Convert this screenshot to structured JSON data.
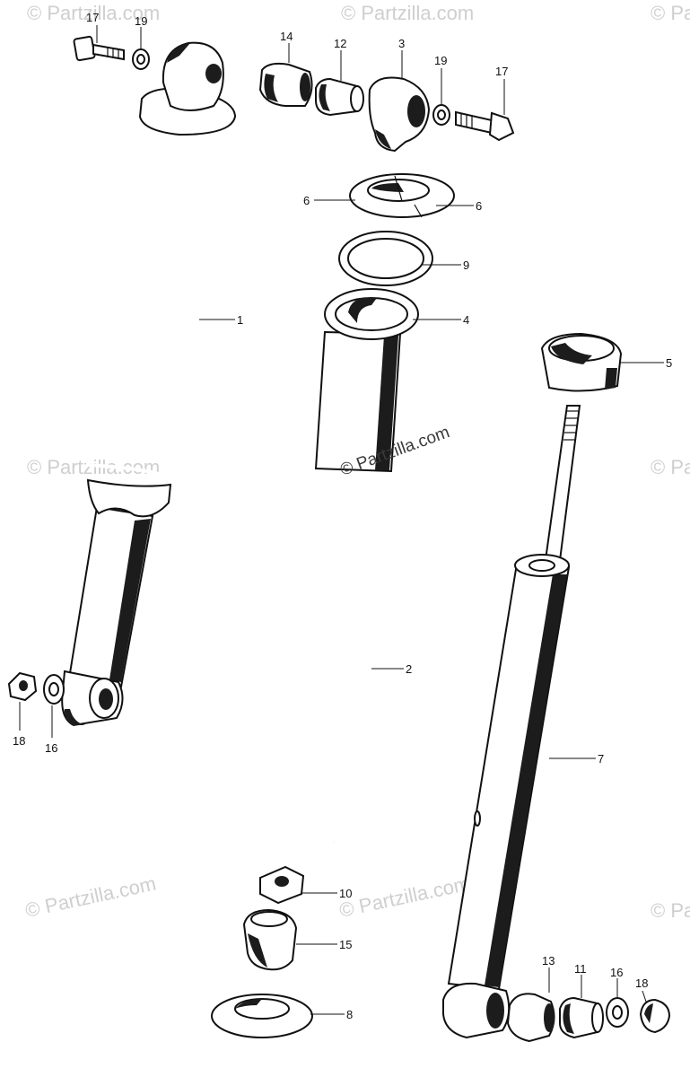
{
  "watermark": {
    "text": "© Partzilla.com"
  },
  "callouts": [
    {
      "id": "c17a",
      "text": "17"
    },
    {
      "id": "c19a",
      "text": "19"
    },
    {
      "id": "c14",
      "text": "14"
    },
    {
      "id": "c12",
      "text": "12"
    },
    {
      "id": "c3",
      "text": "3"
    },
    {
      "id": "c19b",
      "text": "19"
    },
    {
      "id": "c17b",
      "text": "17"
    },
    {
      "id": "c6a",
      "text": "6"
    },
    {
      "id": "c6b",
      "text": "6"
    },
    {
      "id": "c9",
      "text": "9"
    },
    {
      "id": "c1",
      "text": "1"
    },
    {
      "id": "c4",
      "text": "4"
    },
    {
      "id": "c5",
      "text": "5"
    },
    {
      "id": "c2",
      "text": "2"
    },
    {
      "id": "c7",
      "text": "7"
    },
    {
      "id": "c18a",
      "text": "18"
    },
    {
      "id": "c16a",
      "text": "16"
    },
    {
      "id": "c10",
      "text": "10"
    },
    {
      "id": "c15",
      "text": "15"
    },
    {
      "id": "c8",
      "text": "8"
    },
    {
      "id": "c13",
      "text": "13"
    },
    {
      "id": "c11",
      "text": "11"
    },
    {
      "id": "c16b",
      "text": "16"
    },
    {
      "id": "c18b",
      "text": "18"
    }
  ]
}
